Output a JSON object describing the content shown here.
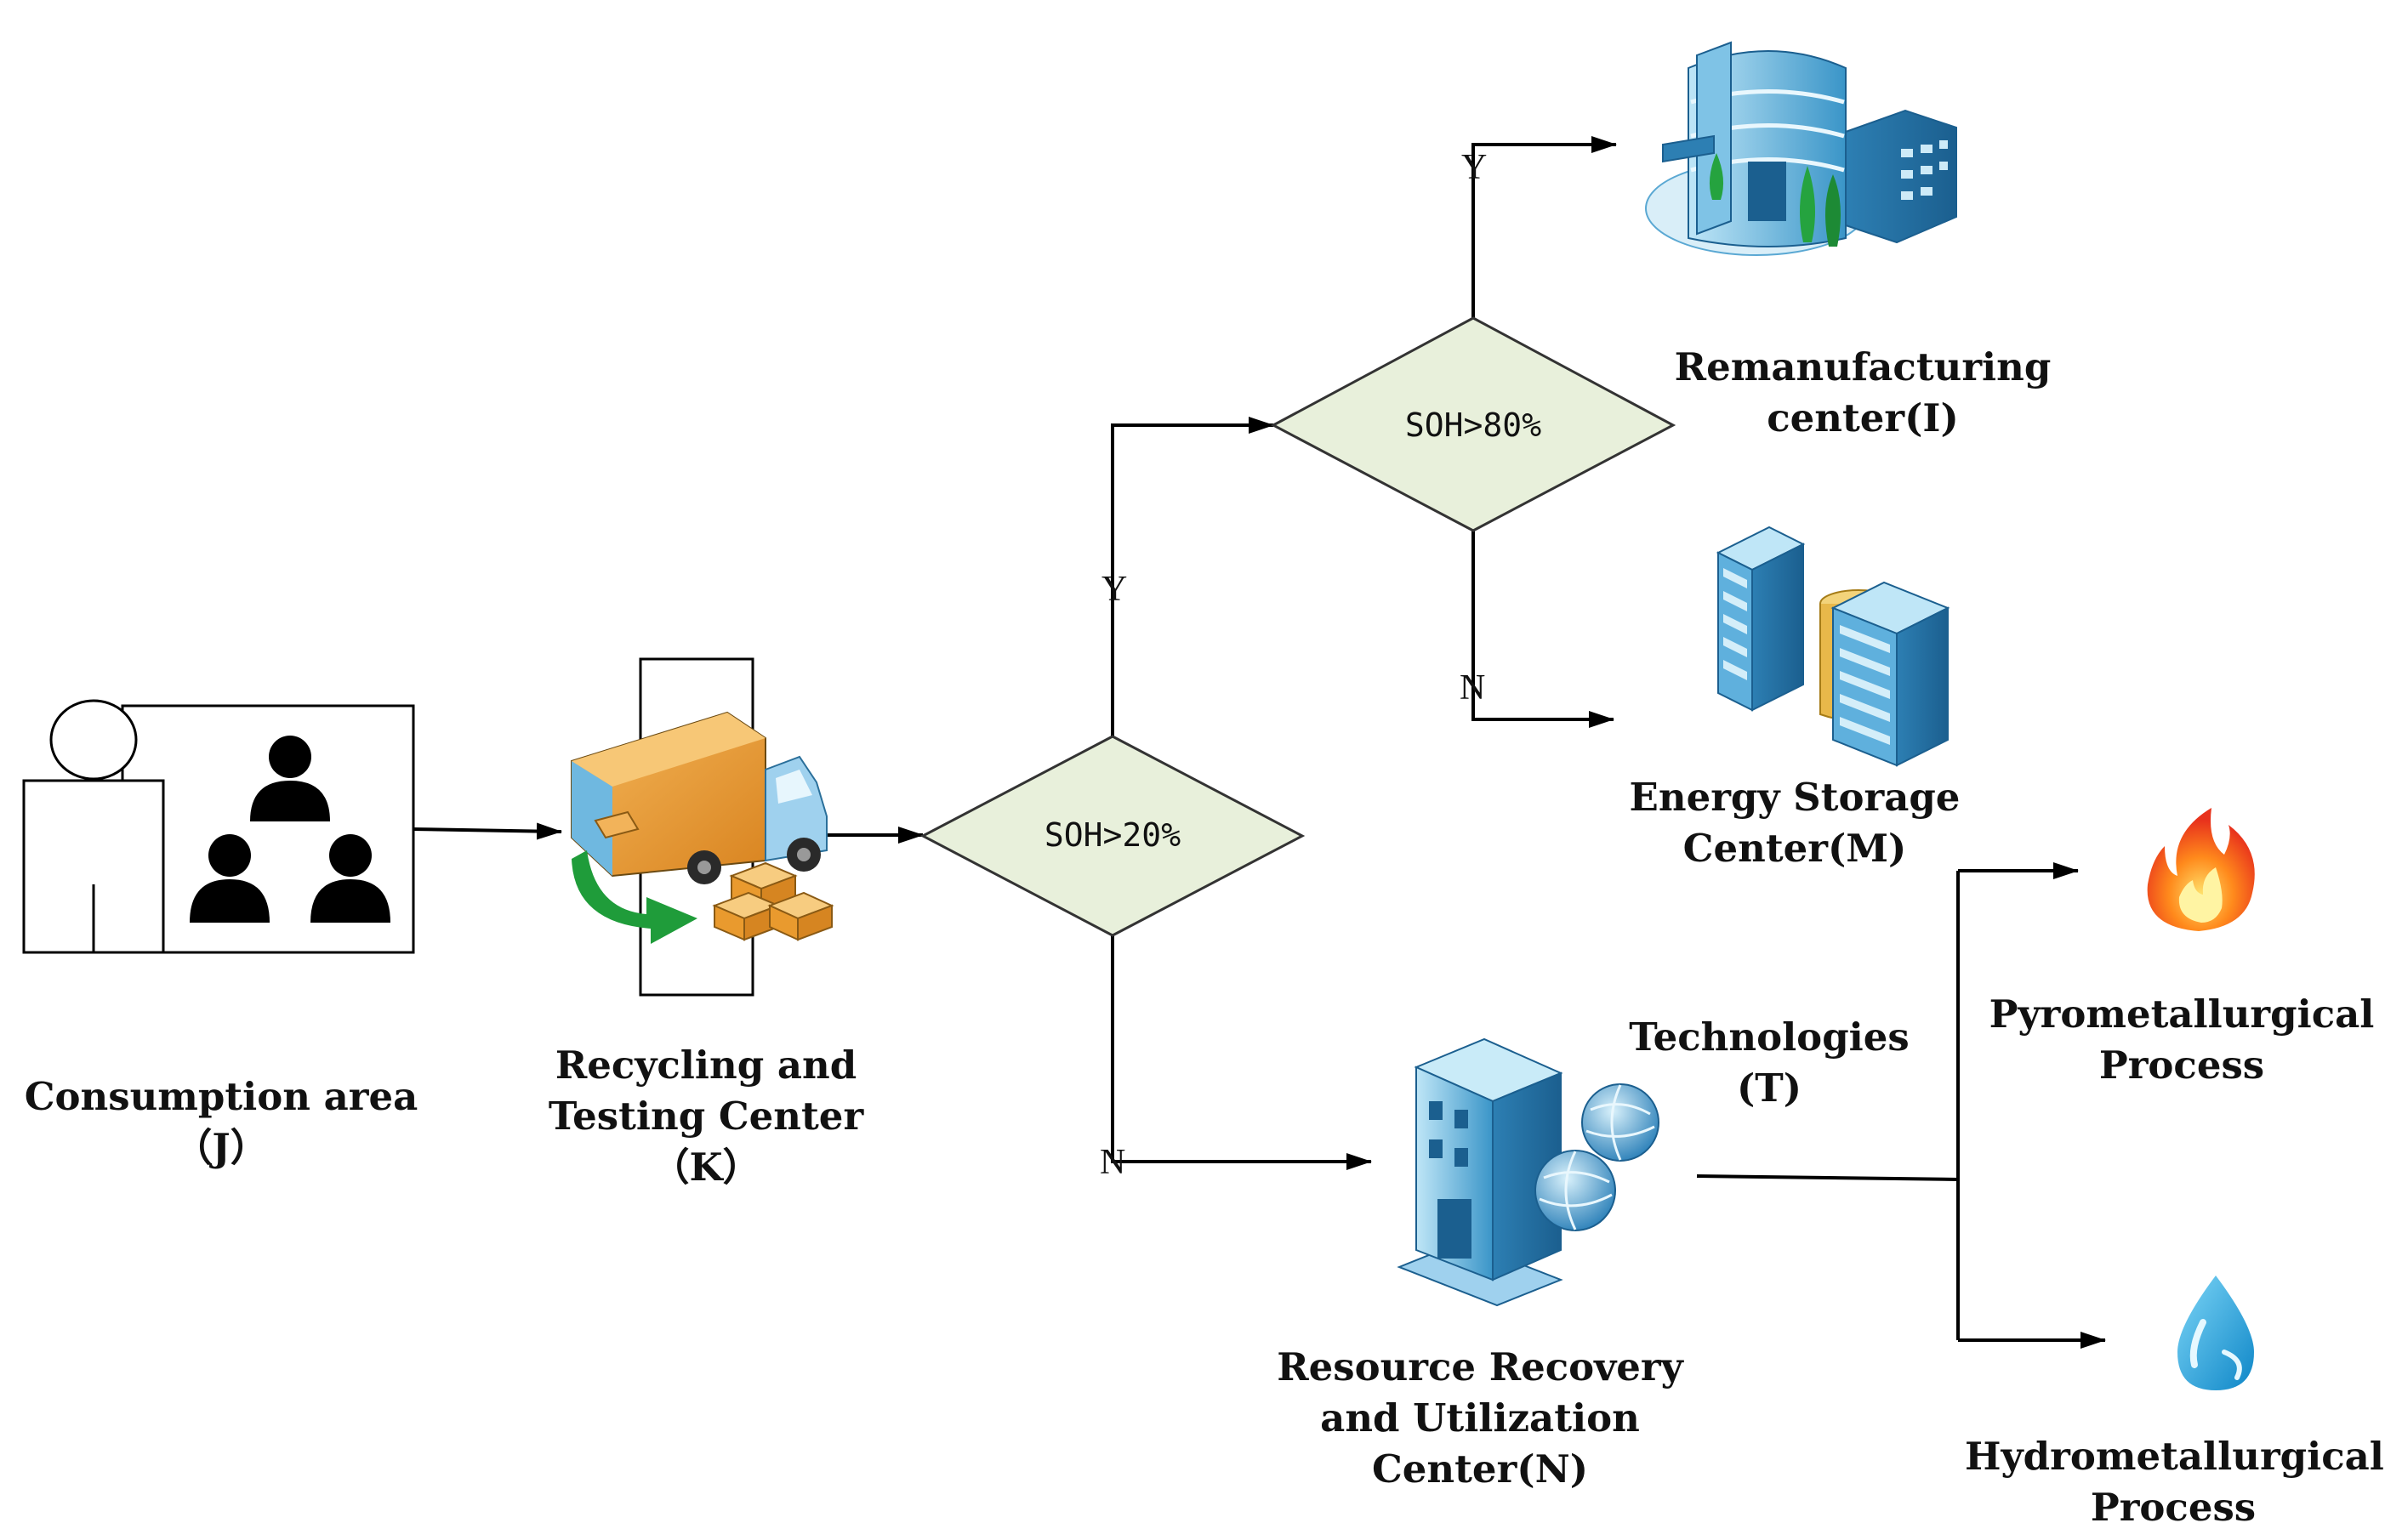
{
  "colors": {
    "diamond_fill": "#e8f0db",
    "line": "#000000",
    "building_blue": "#3a95c8",
    "truck_orange": "#e99a2e",
    "arrow_green": "#1f9c3a",
    "fire_red": "#e8321c",
    "water_blue": "#1aa6e4"
  },
  "nodes": {
    "consumption": {
      "line1": "Consumption area",
      "line2": "（J）",
      "icon": "people-icon"
    },
    "recycling": {
      "line1": "Recycling and",
      "line2": "Testing Center",
      "line3": "（K）",
      "icon": "truck-icon"
    },
    "remanufacturing": {
      "line1": "Remanufacturing",
      "line2": "center(I)",
      "icon": "office-building-icon"
    },
    "energy_storage": {
      "line1": "Energy Storage",
      "line2": "Center(M)",
      "icon": "server-building-icon"
    },
    "resource_recovery": {
      "line1": "Resource Recovery",
      "line2": "and Utilization",
      "line3": "Center(N)",
      "icon": "globe-building-icon"
    },
    "technologies": {
      "line1": "Technologies",
      "line2": "(T)"
    },
    "pyro": {
      "line1": "Pyrometallurgical",
      "line2": "Process",
      "icon": "fire-icon"
    },
    "hydro": {
      "line1": "Hydrometallurgical",
      "line2": "Process",
      "icon": "water-drop-icon"
    }
  },
  "decisions": {
    "soh20": "SOH>20%",
    "soh80": "SOH>80%"
  },
  "branch_labels": {
    "soh20_yes": "Y",
    "soh20_no": "N",
    "soh80_yes": "Y",
    "soh80_no": "N"
  }
}
